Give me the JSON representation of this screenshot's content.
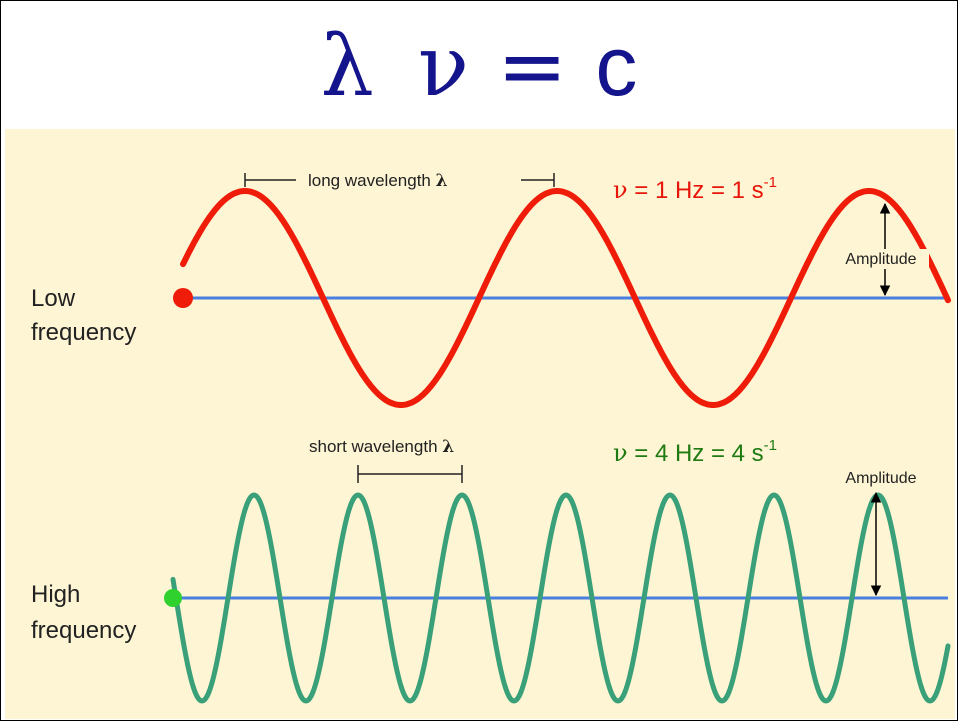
{
  "title": {
    "lambda": "λ",
    "nu": "ν",
    "equals": "=",
    "c": "c"
  },
  "low_wave": {
    "side_label_line1": "Low",
    "side_label_line2": "frequency",
    "wavelength_label": "long wavelength",
    "wavelength_symbol": "λ",
    "freq_symbol": "ν",
    "freq_text": " = 1 Hz =  1 s",
    "freq_exp": "-1",
    "amplitude_label": "Amplitude",
    "wave_color": "#ee1c09",
    "axis_color": "#4a7fe0"
  },
  "high_wave": {
    "side_label_line1": "High",
    "side_label_line2": "frequency",
    "wavelength_label": "short wavelength",
    "wavelength_symbol": "λ",
    "freq_symbol": "ν",
    "freq_text": " = 4 Hz =  4 s",
    "freq_exp": "-1",
    "amplitude_label": "Amplitude",
    "wave_color": "#3aa07a",
    "axis_color": "#4a7fe0"
  },
  "colors": {
    "title": "#14148c",
    "panel_background": "#fdf5d3",
    "low_freq_text": "#e8150a",
    "high_freq_text": "#1f7a12"
  }
}
